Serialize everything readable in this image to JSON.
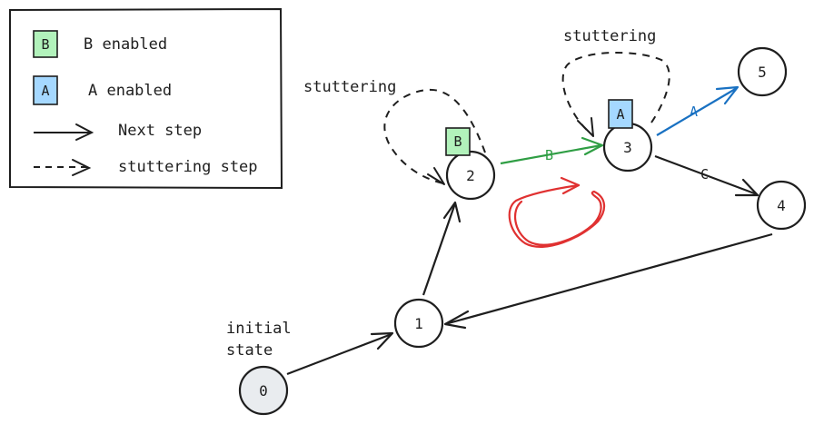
{
  "legend": {
    "b_badge": "B",
    "b_label": "B enabled",
    "a_badge": "A",
    "a_label": "A enabled",
    "next_label": "Next step",
    "stutter_label": "stuttering step"
  },
  "annotations": {
    "stuttering_left": "stuttering",
    "stuttering_right": "stuttering",
    "initial_line1": "initial",
    "initial_line2": "state"
  },
  "states": [
    "0",
    "1",
    "2",
    "3",
    "4",
    "5"
  ],
  "badges": {
    "state2": "B",
    "state3": "A"
  },
  "edge_labels": {
    "b_edge": "B",
    "a_edge": "A",
    "c_edge": "C"
  },
  "colors": {
    "ink": "#1e1e1e",
    "b_fill": "#b2f2bb",
    "a_fill": "#a5d8ff",
    "b_edge": "#2f9e44",
    "a_edge": "#1971c2",
    "loop": "#e03131",
    "initial_fill": "#e9ecef"
  }
}
